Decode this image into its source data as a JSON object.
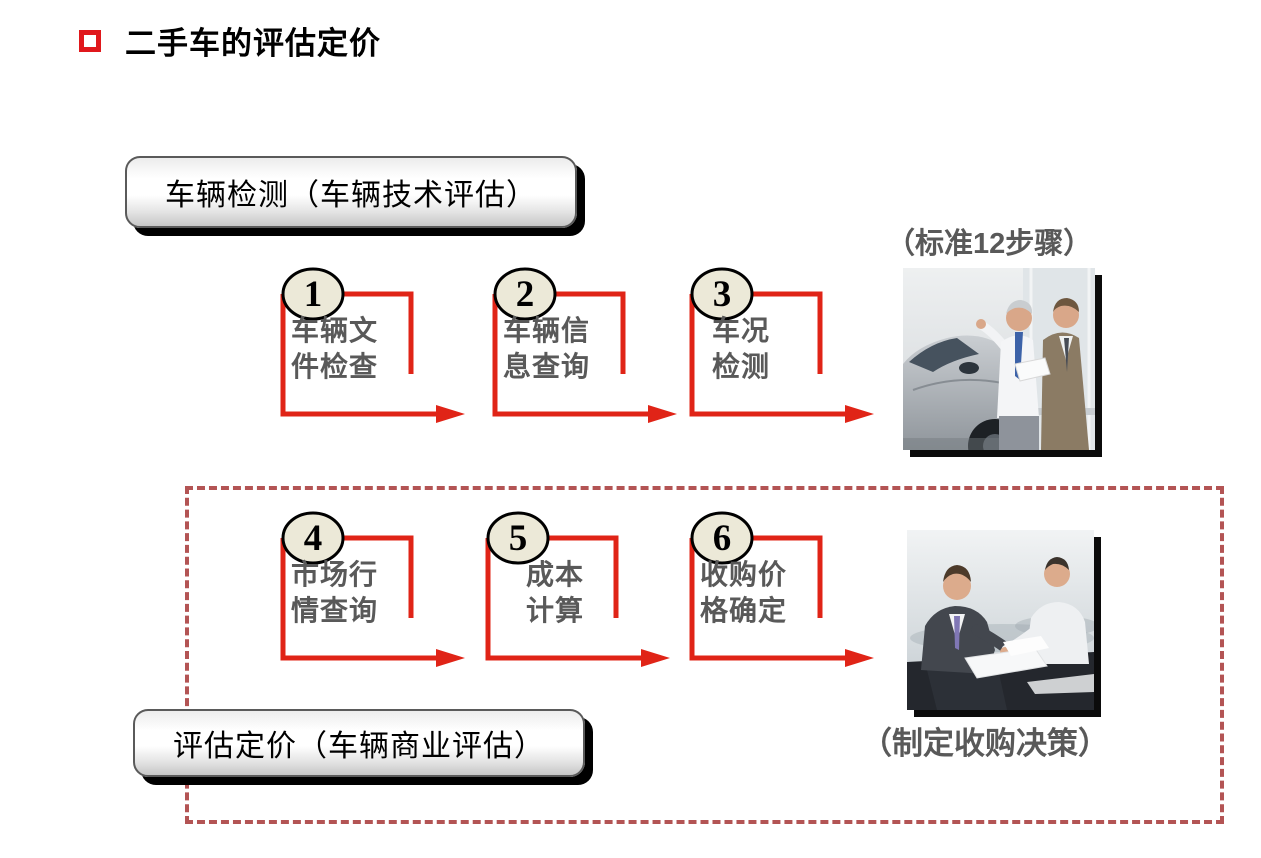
{
  "slide": {
    "title": "二手车的评估定价"
  },
  "top_flow": {
    "header_button_label": "车辆检测（车辆技术评估）",
    "side_caption": "（标准12步骤）",
    "steps": [
      {
        "number": "1",
        "line1": "车辆文",
        "line2": "件检查"
      },
      {
        "number": "2",
        "line1": "车辆信",
        "line2": "息查询"
      },
      {
        "number": "3",
        "line1": "车况",
        "line2": "检测"
      }
    ],
    "photo": "two-businessmen-beside-car-in-showroom"
  },
  "bottom_flow": {
    "header_button_label": "评估定价（车辆商业评估）",
    "side_caption": "（制定收购决策）",
    "steps": [
      {
        "number": "4",
        "line1": "市场行",
        "line2": "情查询"
      },
      {
        "number": "5",
        "line1": "成本",
        "line2": "计算"
      },
      {
        "number": "6",
        "line1": "收购价",
        "line2": "格确定"
      }
    ],
    "photo": "two-businessmen-reviewing-documents-at-desk"
  },
  "colors": {
    "arrow_red": "#e02417",
    "dashed_box_red": "#b35454",
    "title_bullet_red": "#e0181c",
    "step_text_gray": "#595959",
    "step_circle_fill": "#ece9d8"
  }
}
